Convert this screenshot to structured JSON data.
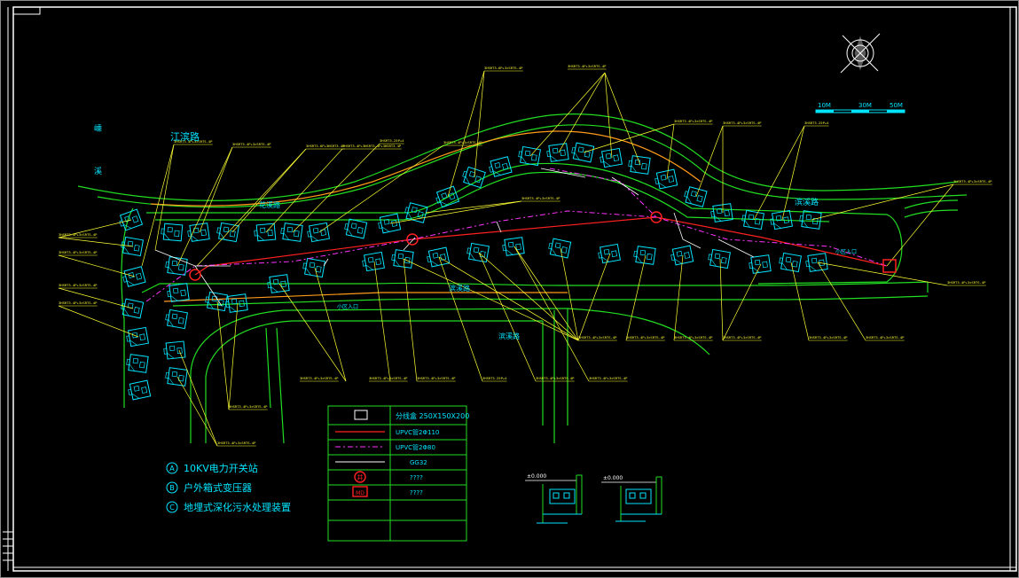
{
  "labels": {
    "road_top_left": "江滨路",
    "river_char_1": "嵊",
    "river_char_2": "溪",
    "road_mid": "花溪路",
    "road_right": "滨溪路",
    "road_center": "滨溪路",
    "road_bottom": "滨溪路",
    "entrance_left": "小区入口",
    "entrance_right": "小区入口"
  },
  "scale": {
    "a": "10M",
    "b": "30M",
    "c": "50M"
  },
  "legend": {
    "rows": [
      {
        "symbol": "box",
        "text": "分线盒 250X150X200"
      },
      {
        "symbol": "red-line",
        "text": "UPVC管2Φ110"
      },
      {
        "symbol": "magenta-dash",
        "text": "UPVC管2Φ80"
      },
      {
        "symbol": "white-line",
        "text": "GG32"
      },
      {
        "symbol": "red-manhole",
        "text": "????"
      },
      {
        "symbol": "red-md",
        "text": "????"
      }
    ],
    "manhole_glyph": "井",
    "md_glyph": "MD"
  },
  "notes": [
    {
      "mark": "A",
      "text": "10KV电力开关站"
    },
    {
      "mark": "B",
      "text": "户外箱式变压器"
    },
    {
      "mark": "C",
      "text": "地埋式深化污水处理装置"
    }
  ],
  "details": {
    "elev_1": "±0.000",
    "elev_2": "±0.000"
  },
  "annotations": [
    "3HSRT3-4P+3×SRTS-4P",
    "3HSRT3-4P+3×SRTS-4P",
    "3HSRT3-6P+3HSRT3-4P",
    "3HSRT3-4P+3HSRT3-4P+3HSRT3-4P",
    "3HSRT3-25P+4",
    "3HSRT3-4P+3×SRTS-4P",
    "3HSRT3-6P+3×SRTS-4P",
    "3HSRT3-4P+3×SRTS-4P",
    "3HSRT3-4P+3×SRTS-4P",
    "3HSRT3-4P+3×SRTS-4P",
    "3HSRT3-25P+4",
    "3HSRT3-4P+3×SRTS-4P",
    "3HSRT3-4P+3×SRTS-4P",
    "3HSRT3-4P+3×SRTS-4P",
    "3HSRT3-4P+3×SRTS-4P",
    "3HSRT3-4P+3×SRTS-4P",
    "3HSRT3-4P+3×SRTS-4P",
    "3HSRT3-4P+3×SRTS-4P",
    "3HSRT3-4P+3×SRTS-4P",
    "3HSRT3-4P+3×SRTS-4P",
    "3HSRT3-4P+3×SRTS-4P",
    "3HSRT3-4P+3×SRTS-4P",
    "3HSRT3-4P+3×SRTS-4P",
    "3HSRT3-4P+3×SRTS-4P",
    "3HSRT3-4P+3×SRTS-4P",
    "3HSRT3-4P+3×SRTS-4P",
    "3HSRT3-4P+3×SRTS-4P",
    "3HSRT3-25P+4",
    "3HSRT3-4P+3×SRTS-4P",
    "3HSRT3-4P+3×SRTS-4P"
  ],
  "colors": {
    "frame": "#ffffff",
    "road": "#22dd22",
    "road_orange": "#ff9a1a",
    "building": "#00e5ff",
    "leader": "#ffff33",
    "power": "#ff2020",
    "telecom": "#ff33ff",
    "branch": "#ffffff"
  }
}
